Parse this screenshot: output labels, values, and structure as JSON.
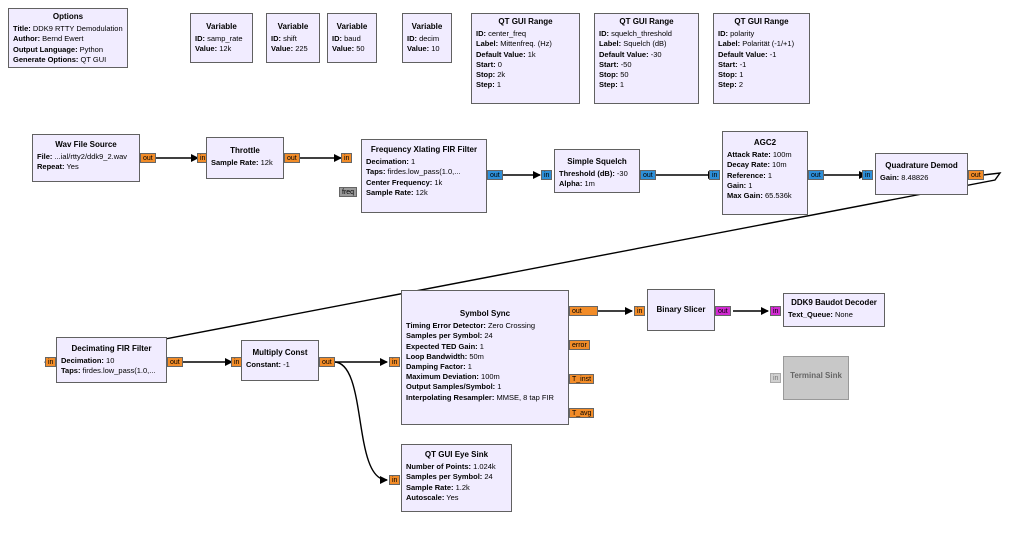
{
  "blocks": {
    "options": {
      "title": "Options",
      "rows": [
        {
          "k": "Title:",
          "v": "DDK9 RTTY Demodulation"
        },
        {
          "k": "Author:",
          "v": "Bernd Ewert"
        },
        {
          "k": "Output Language:",
          "v": "Python"
        },
        {
          "k": "Generate Options:",
          "v": "QT GUI"
        }
      ]
    },
    "var_samp_rate": {
      "title": "Variable",
      "rows": [
        {
          "k": "ID:",
          "v": "samp_rate"
        },
        {
          "k": "Value:",
          "v": "12k"
        }
      ]
    },
    "var_shift": {
      "title": "Variable",
      "rows": [
        {
          "k": "ID:",
          "v": "shift"
        },
        {
          "k": "Value:",
          "v": "225"
        }
      ]
    },
    "var_baud": {
      "title": "Variable",
      "rows": [
        {
          "k": "ID:",
          "v": "baud"
        },
        {
          "k": "Value:",
          "v": "50"
        }
      ]
    },
    "var_decim": {
      "title": "Variable",
      "rows": [
        {
          "k": "ID:",
          "v": "decim"
        },
        {
          "k": "Value:",
          "v": "10"
        }
      ]
    },
    "range_center_freq": {
      "title": "QT GUI Range",
      "rows": [
        {
          "k": "ID:",
          "v": "center_freq"
        },
        {
          "k": "Label:",
          "v": "Mittenfreq. (Hz)"
        },
        {
          "k": "Default Value:",
          "v": "1k"
        },
        {
          "k": "Start:",
          "v": "0"
        },
        {
          "k": "Stop:",
          "v": "2k"
        },
        {
          "k": "Step:",
          "v": "1"
        }
      ]
    },
    "range_squelch": {
      "title": "QT GUI Range",
      "rows": [
        {
          "k": "ID:",
          "v": "squelch_threshold"
        },
        {
          "k": "Label:",
          "v": "Squelch (dB)"
        },
        {
          "k": "Default Value:",
          "v": "-30"
        },
        {
          "k": "Start:",
          "v": "-50"
        },
        {
          "k": "Stop:",
          "v": "50"
        },
        {
          "k": "Step:",
          "v": "1"
        }
      ]
    },
    "range_polarity": {
      "title": "QT GUI Range",
      "rows": [
        {
          "k": "ID:",
          "v": "polarity"
        },
        {
          "k": "Label:",
          "v": "Polarität (-1/+1)"
        },
        {
          "k": "Default Value:",
          "v": "-1"
        },
        {
          "k": "Start:",
          "v": "-1"
        },
        {
          "k": "Stop:",
          "v": "1"
        },
        {
          "k": "Step:",
          "v": "2"
        }
      ]
    },
    "wav_source": {
      "title": "Wav File Source",
      "rows": [
        {
          "k": "File:",
          "v": "...ial/rtty2/ddk9_2.wav"
        },
        {
          "k": "Repeat:",
          "v": "Yes"
        }
      ]
    },
    "throttle": {
      "title": "Throttle",
      "rows": [
        {
          "k": "Sample Rate:",
          "v": "12k"
        }
      ]
    },
    "freq_xlating": {
      "title": "Frequency Xlating FIR Filter",
      "rows": [
        {
          "k": "Decimation:",
          "v": "1"
        },
        {
          "k": "Taps:",
          "v": "firdes.low_pass(1.0,..."
        },
        {
          "k": "Center Frequency:",
          "v": "1k"
        },
        {
          "k": "Sample Rate:",
          "v": "12k"
        }
      ]
    },
    "simple_squelch": {
      "title": "Simple Squelch",
      "rows": [
        {
          "k": "Threshold (dB):",
          "v": "-30"
        },
        {
          "k": "Alpha:",
          "v": "1m"
        }
      ]
    },
    "agc2": {
      "title": "AGC2",
      "rows": [
        {
          "k": "Attack Rate:",
          "v": "100m"
        },
        {
          "k": "Decay Rate:",
          "v": "10m"
        },
        {
          "k": "Reference:",
          "v": "1"
        },
        {
          "k": "Gain:",
          "v": "1"
        },
        {
          "k": "Max Gain:",
          "v": "65.536k"
        }
      ]
    },
    "quad_demod": {
      "title": "Quadrature Demod",
      "rows": [
        {
          "k": "Gain:",
          "v": "8.48826"
        }
      ]
    },
    "decim_fir": {
      "title": "Decimating FIR Filter",
      "rows": [
        {
          "k": "Decimation:",
          "v": "10"
        },
        {
          "k": "Taps:",
          "v": "firdes.low_pass(1.0,..."
        }
      ]
    },
    "multiply_const": {
      "title": "Multiply Const",
      "rows": [
        {
          "k": "Constant:",
          "v": "-1"
        }
      ]
    },
    "symbol_sync": {
      "title": "Symbol Sync",
      "rows": [
        {
          "k": "Timing Error Detector:",
          "v": "Zero Crossing"
        },
        {
          "k": "Samples per Symbol:",
          "v": "24"
        },
        {
          "k": "Expected TED Gain:",
          "v": "1"
        },
        {
          "k": "Loop Bandwidth:",
          "v": "50m"
        },
        {
          "k": "Damping Factor:",
          "v": "1"
        },
        {
          "k": "Maximum Deviation:",
          "v": "100m"
        },
        {
          "k": "Output Samples/Symbol:",
          "v": "1"
        },
        {
          "k": "Interpolating Resampler:",
          "v": "MMSE, 8 tap FIR"
        }
      ]
    },
    "eye_sink": {
      "title": "QT GUI Eye Sink",
      "rows": [
        {
          "k": "Number of Points:",
          "v": "1.024k"
        },
        {
          "k": "Samples per Symbol:",
          "v": "24"
        },
        {
          "k": "Sample Rate:",
          "v": "1.2k"
        },
        {
          "k": "Autoscale:",
          "v": "Yes"
        }
      ]
    },
    "binary_slicer": {
      "title": "Binary Slicer",
      "rows": []
    },
    "baudot_decoder": {
      "title": "DDK9 Baudot Decoder",
      "rows": [
        {
          "k": "Text_Queue:",
          "v": "None"
        }
      ]
    },
    "terminal_sink": {
      "title": "Terminal Sink",
      "rows": []
    }
  },
  "ports": {
    "in": "in",
    "out": "out",
    "freq": "freq",
    "error": "error",
    "t_inst": "T_inst",
    "t_avg": "T_avg"
  },
  "colors": {
    "block_bg": "#f1ecff",
    "float_port": "#f28c28",
    "complex_port": "#2d8fd8",
    "byte_port": "#d22ad2",
    "message_port": "#9a9a9a",
    "disabled_block": "#c8c8c8"
  }
}
